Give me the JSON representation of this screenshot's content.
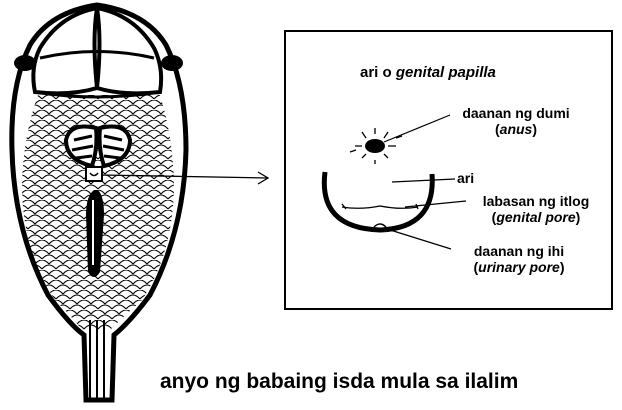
{
  "inset": {
    "title_prefix": "ari o ",
    "title_italic": "genital papilla"
  },
  "labels": {
    "anus_main": "daanan ng dumi",
    "anus_paren_open": "(",
    "anus_term": "anus",
    "anus_paren_close": ")",
    "ari": "ari",
    "genital_main": "labasan ng itlog",
    "genital_paren_open": "(",
    "genital_term": "genital pore",
    "genital_paren_close": ")",
    "urinary_main": "daanan ng ihi",
    "urinary_paren_open": "(",
    "urinary_term": "urinary pore",
    "urinary_paren_close": ")"
  },
  "caption": "anyo ng babaing isda mula sa ilalim",
  "colors": {
    "ink": "#000000",
    "background": "#ffffff"
  }
}
